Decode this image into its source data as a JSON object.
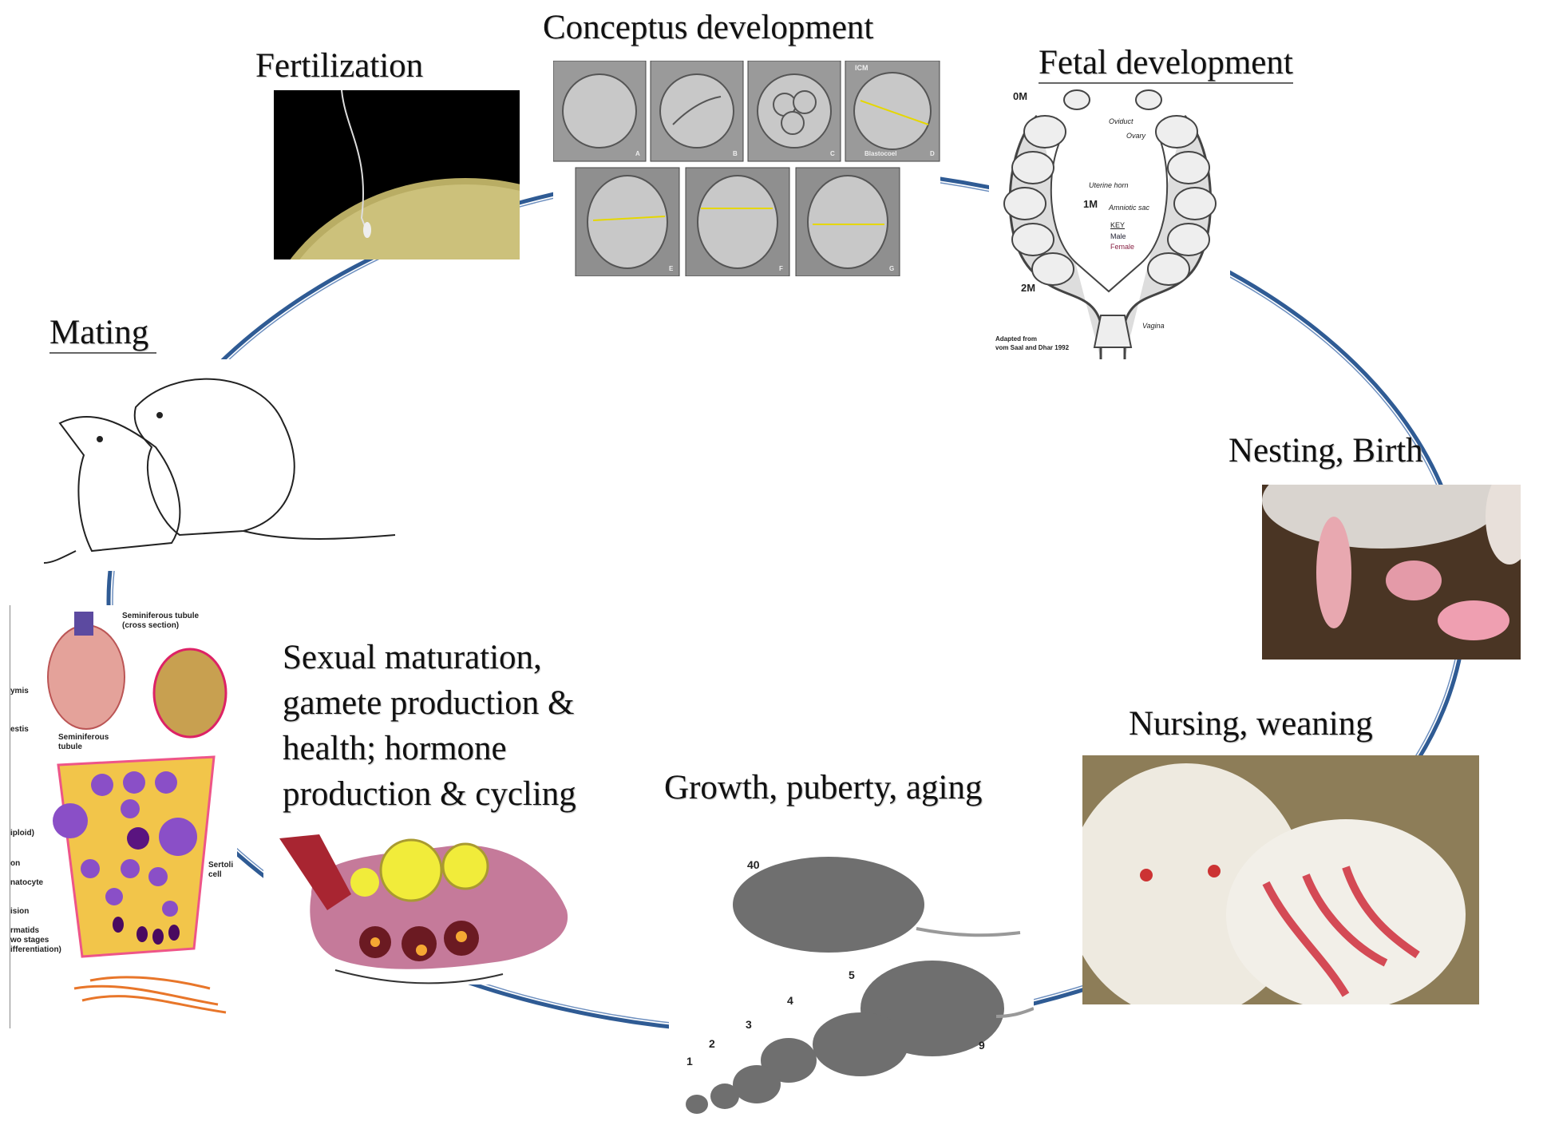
{
  "stages": {
    "fertilization": {
      "title": "Fertilization"
    },
    "conceptus": {
      "title": "Conceptus development",
      "frame_letters": [
        "A",
        "B",
        "C",
        "D",
        "E",
        "F",
        "G"
      ],
      "tag": "ICM",
      "sublabel": "Blastocoel"
    },
    "fetal": {
      "title": "Fetal development",
      "labels": {
        "m0": "0M",
        "m1": "1M",
        "m2": "2M",
        "oviduct": "Oviduct",
        "ovary": "Ovary",
        "uterine_horn": "Uterine horn",
        "amniotic_sac": "Amniotic sac",
        "key": "KEY",
        "male": "Male",
        "female": "Female",
        "vagina": "Vagina",
        "credit_1": "Adapted from",
        "credit_2": "vom Saal and Dhar 1992"
      }
    },
    "nesting": {
      "title": "Nesting, Birth"
    },
    "nursing": {
      "title": "Nursing, weaning"
    },
    "growth": {
      "title": "Growth, puberty, aging",
      "ages": [
        "40",
        "5",
        "9",
        "1",
        "2",
        "3",
        "4"
      ]
    },
    "sexual": {
      "lines": [
        "Sexual maturation,",
        "gamete production &",
        "health; hormone",
        "production & cycling"
      ]
    },
    "testis": {
      "labels": [
        "Seminiferous tubule",
        "(cross section)",
        "ymis",
        "estis",
        "Seminiferous",
        "tubule",
        "iploid)",
        "on",
        "natocyte",
        "ision",
        "rmatids",
        "wo stages",
        "ifferentiation)",
        "Sertoli",
        "cell"
      ]
    },
    "mating": {
      "title": "Mating"
    }
  },
  "colors": {
    "cycle_arrow": "#2f5b94",
    "text": "#111111"
  }
}
